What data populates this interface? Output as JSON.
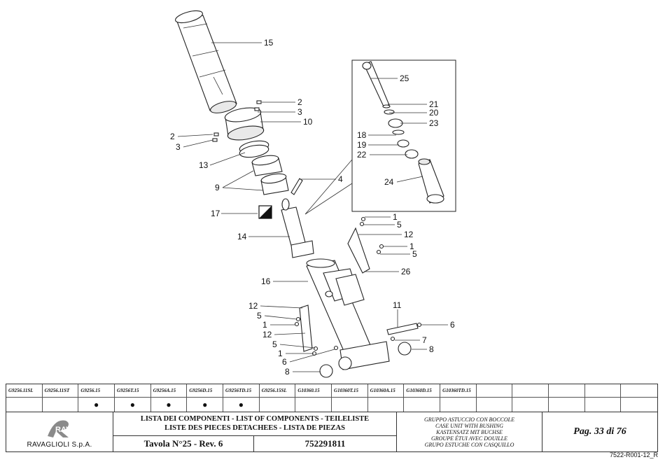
{
  "callouts": {
    "c15": "15",
    "c2a": "2",
    "c3a": "3",
    "c10": "10",
    "c2b": "2",
    "c3b": "3",
    "c13": "13",
    "c9": "9",
    "c4": "4",
    "c17": "17",
    "c14": "14",
    "c25": "25",
    "c21": "21",
    "c20": "20",
    "c23": "23",
    "c18": "18",
    "c19": "19",
    "c22": "22",
    "c24": "24",
    "c1a": "1",
    "c5a": "5",
    "c12a": "12",
    "c1b": "1",
    "c5b": "5",
    "c26": "26",
    "c16": "16",
    "c12b": "12",
    "c5c": "5",
    "c1c": "1",
    "c12c": "12",
    "c11": "11",
    "c6a": "6",
    "c5d": "5",
    "c7": "7",
    "c1d": "1",
    "c8a": "8",
    "c6b": "6",
    "c8b": "8"
  },
  "models": [
    "G9256.11SL",
    "G9256.11ST",
    "G9256.15",
    "G9256T.15",
    "G9256A.15",
    "G9256D.15",
    "G9256TD.15",
    "G9256.15SL",
    "G10360.15",
    "G10360T.15",
    "G10360A.15",
    "G10360D.15",
    "G10360TD.15",
    "",
    "",
    "",
    "",
    ""
  ],
  "applicability": [
    "",
    "",
    "●",
    "●",
    "●",
    "●",
    "●",
    "",
    "",
    "",
    "",
    "",
    "",
    "",
    "",
    "",
    "",
    ""
  ],
  "title_block": {
    "company": "RAVAGLIOLI S.p.A.",
    "list_title_line1": "LISTA DEI COMPONENTI - LIST OF COMPONENTS - TEILELISTE",
    "list_title_line2": "LISTE DES PIECES DETACHEES - LISTA DE PIEZAS",
    "table_rev": "Tavola N°25 - Rev. 6",
    "part_code": "752291811",
    "desc": [
      "GRUPPO ASTUCCIO CON BOCCOLE",
      "CASE UNIT WITH BUSHING",
      "KASTENSATZ MIT BUCHSE",
      "GROUPE ÉTUI AVEC DOUILLE",
      "GRUPO ESTUCHE CON CASQUILLO"
    ],
    "page": "Pag. 33 di 76",
    "doc_ref": "7522-R001-12_R"
  }
}
